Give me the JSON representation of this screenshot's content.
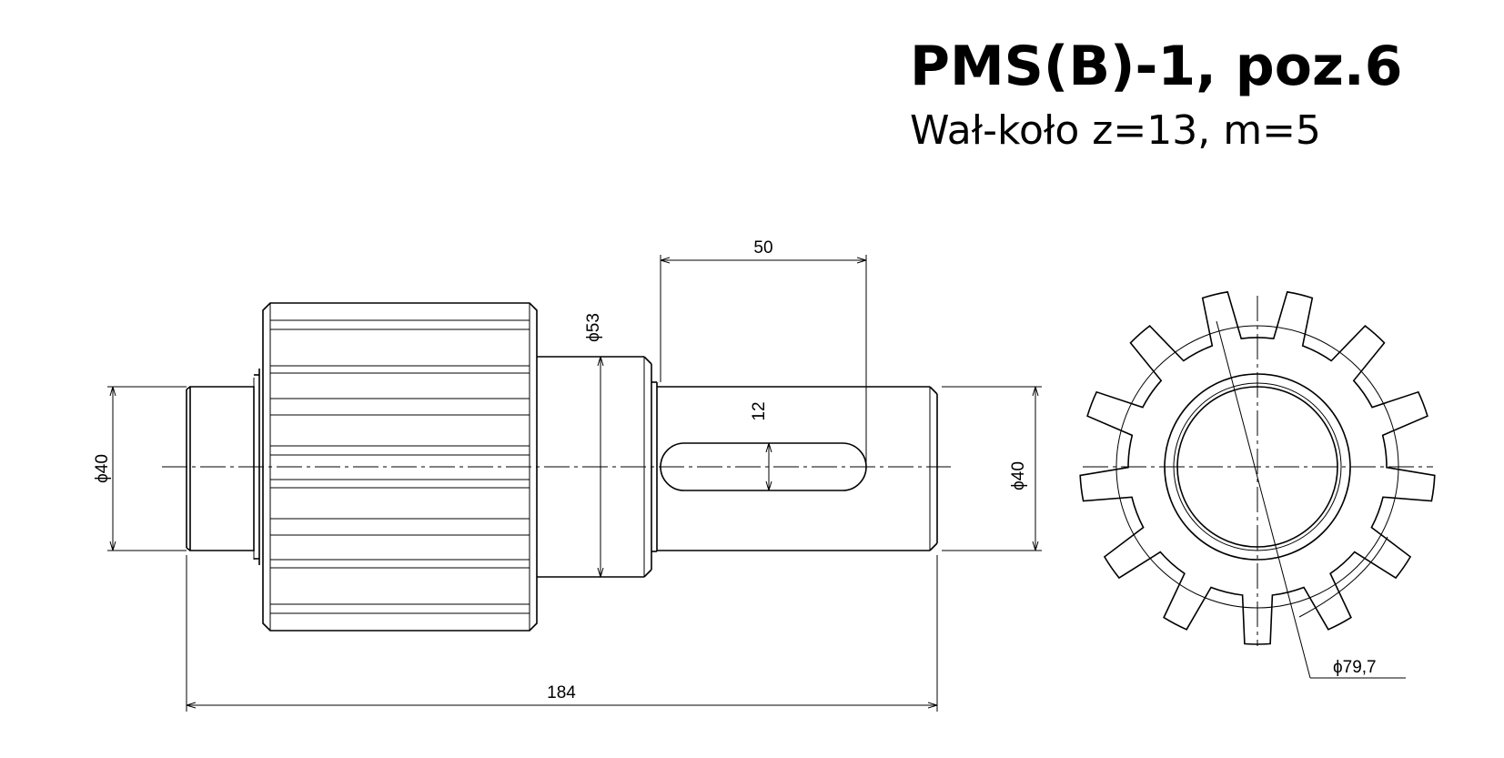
{
  "title": "PMS(B)-1, poz.6",
  "subtitle": "Wał-koło z=13, m=5",
  "dimensions": {
    "key_length": "50",
    "gear_journal_dia": "ϕ53",
    "key_width": "12",
    "left_shaft_dia": "ϕ40",
    "right_shaft_dia": "ϕ40",
    "overall_length": "184",
    "tip_dia": "ϕ79,7"
  },
  "gear": {
    "teeth": 13
  }
}
